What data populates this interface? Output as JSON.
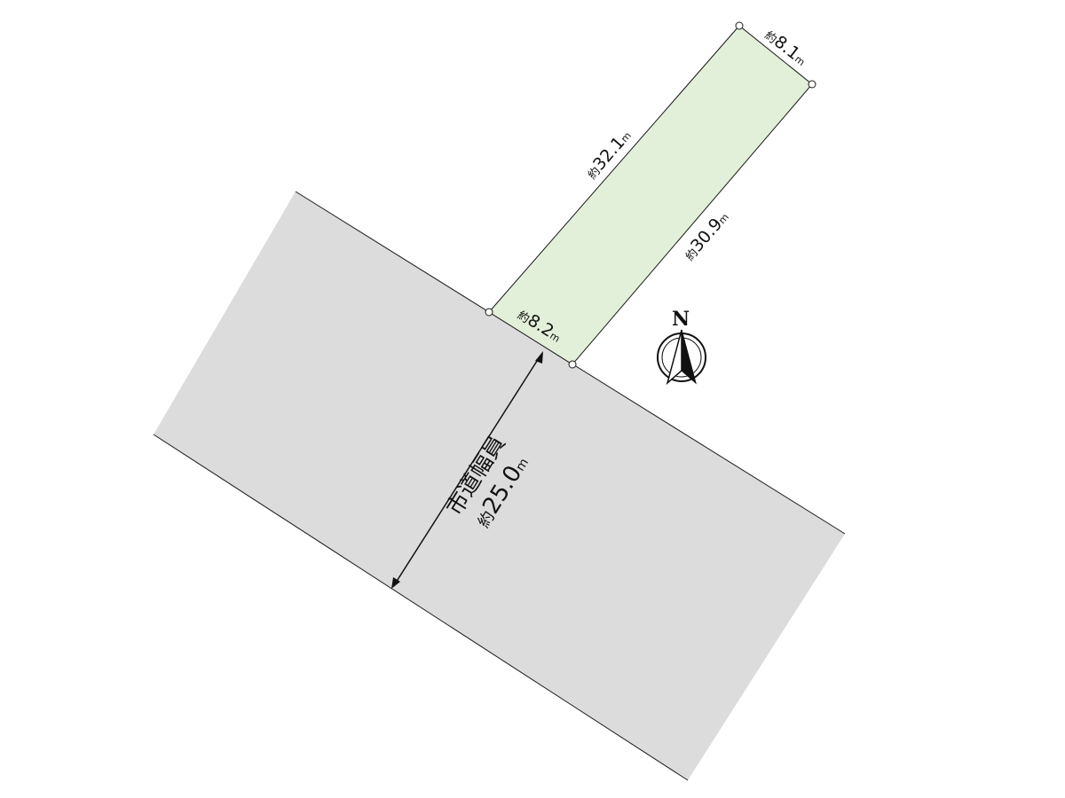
{
  "colors": {
    "lot_fill": "#e2efd9",
    "road_fill": "#dcdcdc",
    "outline": "#1a1a1a",
    "background": "#ffffff"
  },
  "lot": {
    "sides": {
      "top": {
        "prefix": "約",
        "value": "8.1",
        "unit": "m"
      },
      "left": {
        "prefix": "約",
        "value": "32.1",
        "unit": "m"
      },
      "right": {
        "prefix": "約",
        "value": "30.9",
        "unit": "m"
      },
      "front": {
        "prefix": "約",
        "value": "8.2",
        "unit": "m"
      }
    }
  },
  "road": {
    "name": "市道幅員",
    "width_prefix": "約",
    "width_value": "25.0",
    "width_unit": "m"
  },
  "compass": {
    "letter": "N",
    "icon": "north-arrow-icon"
  }
}
